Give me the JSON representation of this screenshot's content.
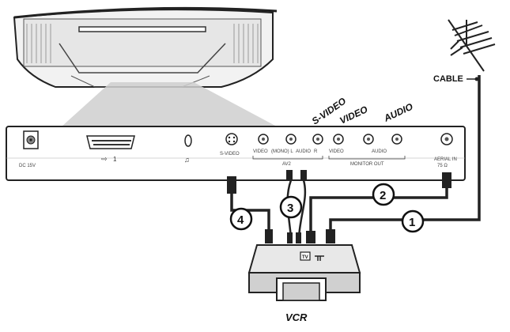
{
  "labels": {
    "cable": "CABLE",
    "s_video_group": "S-VIDEO",
    "video_group": "VIDEO",
    "audio_group": "AUDIO",
    "vcr": "VCR"
  },
  "panel": {
    "dc_in": "DC 15V",
    "scart": "1",
    "s_video": "S-VIDEO",
    "av2_video": "VIDEO",
    "av2_mono": "(MONO) L",
    "av2_audio": "AUDIO",
    "av2_r": "R",
    "av2_name": "AV2",
    "out_video": "VIDEO",
    "out_audio": "AUDIO",
    "monitor_out": "MONITOR OUT",
    "aerial_in": "AERIAL IN",
    "ohm": "75 Ω"
  },
  "callouts": [
    "1",
    "2",
    "3",
    "4"
  ],
  "vcr_panel": {
    "tv_badge": "TV"
  }
}
